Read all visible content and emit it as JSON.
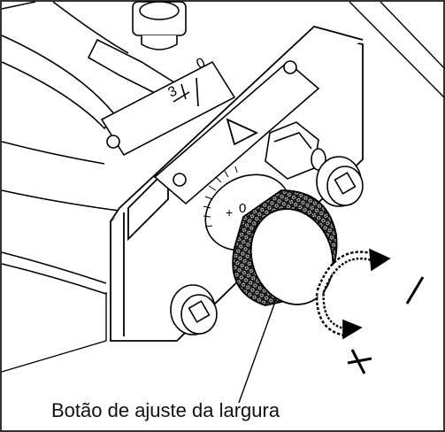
{
  "caption": "Botão de ajuste da largura",
  "scale": {
    "ticks_left": "3",
    "ticks_zero": "0",
    "dial_zero": "0",
    "dial_plus": "+"
  },
  "direction": {
    "minus_symbol": "−",
    "plus_symbol": "+"
  },
  "icons": [
    "arrow-triangle-icon",
    "rotation-arrow-icon",
    "knurled-knob-icon"
  ],
  "colors": {
    "line": "#000000",
    "frame": "#333333",
    "hatch": "#666666"
  }
}
